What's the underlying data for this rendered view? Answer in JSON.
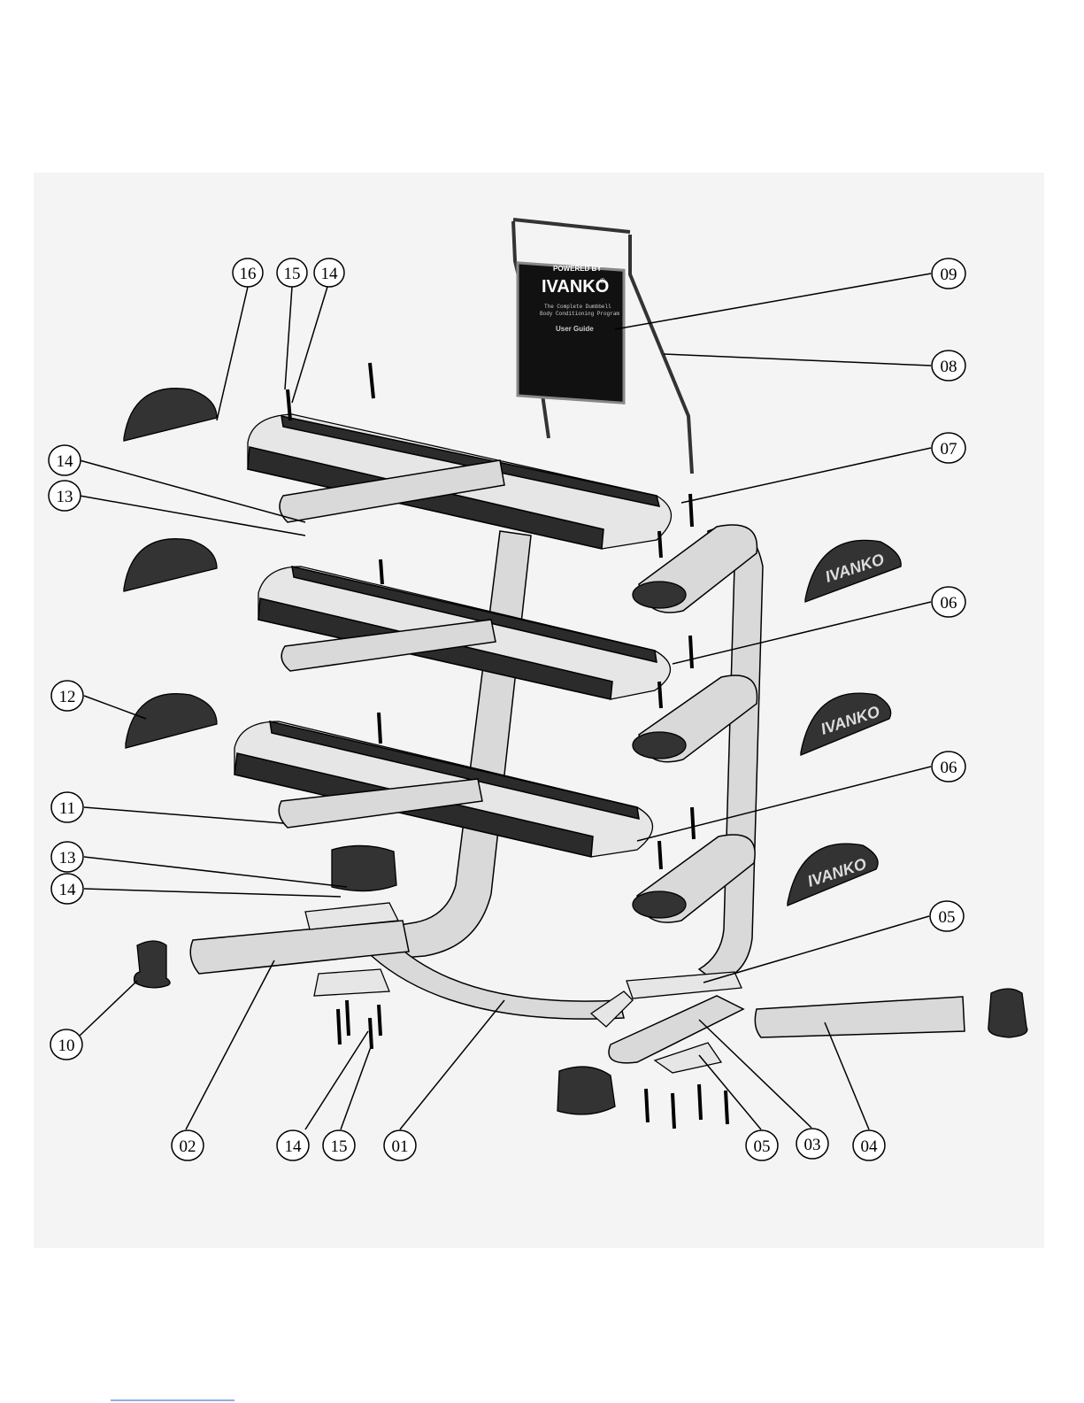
{
  "sign": {
    "line1": "POWERED BY",
    "brand": "IVANKO",
    "registered": "®",
    "line2": "The Complete Dumbbell",
    "line3": "Body Conditioning Program",
    "line4": "User Guide"
  },
  "end_cap_brand": "IVANKO",
  "callouts": [
    "16",
    "15",
    "14",
    "09",
    "08",
    "14",
    "13",
    "07",
    "06",
    "12",
    "06",
    "11",
    "13",
    "14",
    "05",
    "10",
    "02",
    "14",
    "15",
    "01",
    "05",
    "03",
    "04"
  ],
  "colors": {
    "frame": "#d9d9d9",
    "tray": "#2b2b2b",
    "background": "#f4f4f4"
  }
}
